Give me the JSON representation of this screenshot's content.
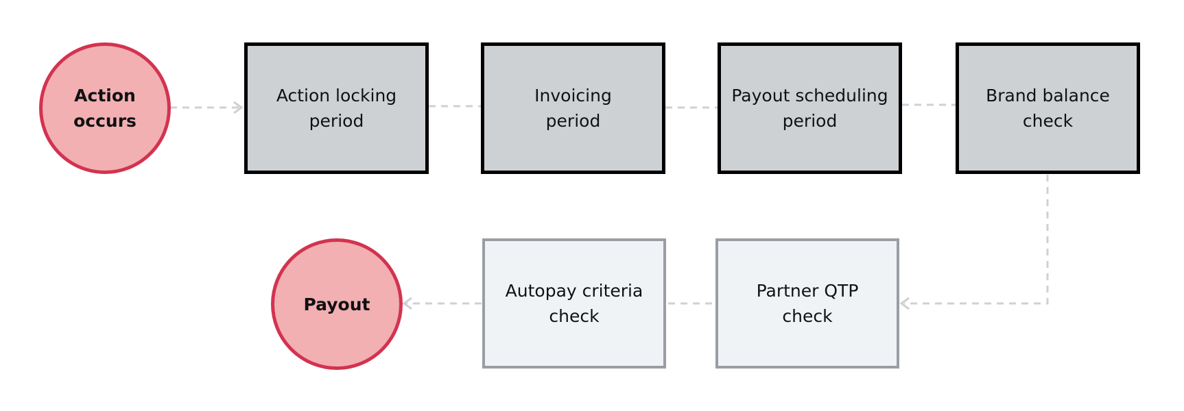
{
  "nodes": {
    "action_occurs": {
      "label": "Action\noccurs"
    },
    "action_locking": {
      "label": "Action locking\nperiod"
    },
    "invoicing": {
      "label": "Invoicing\nperiod"
    },
    "payout_scheduling": {
      "label": "Payout scheduling\nperiod"
    },
    "brand_balance": {
      "label": "Brand balance\ncheck"
    },
    "partner_qtp": {
      "label": "Partner QTP\ncheck"
    },
    "autopay_criteria": {
      "label": "Autopay criteria\ncheck"
    },
    "payout": {
      "label": "Payout"
    }
  },
  "colors": {
    "endpoint_fill": "#f2b0b3",
    "endpoint_border": "#d3334f",
    "dark_step_fill": "#ced1d4",
    "dark_step_border": "#000000",
    "light_step_fill": "#eff3f6",
    "light_step_border": "#9a9ea4",
    "connector": "#cfd0d2"
  }
}
